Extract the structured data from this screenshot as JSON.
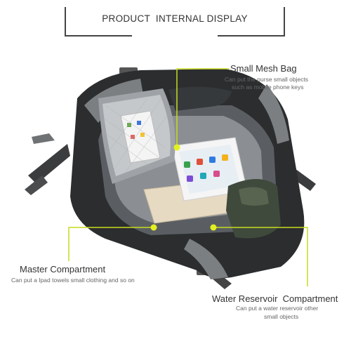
{
  "header": {
    "title": "PRODUCT  INTERNAL DISPLAY"
  },
  "annotations": [
    {
      "title": "Small Mesh Bag",
      "subtitle_lines": [
        "Can put the purse small objects",
        "such as mobile phone keys"
      ]
    },
    {
      "title": "Master Compartment",
      "subtitle_lines": [
        "Can put a Ipad towels small clothing and so on"
      ]
    },
    {
      "title": "Water Reservoir  Compartment",
      "subtitle_lines": [
        "Can put a water reservoir other",
        "small objects"
      ]
    }
  ],
  "colors": {
    "accent": "#c8dc1e",
    "bag": "#2a2c2e",
    "accent_gray": "#7b7f82"
  }
}
